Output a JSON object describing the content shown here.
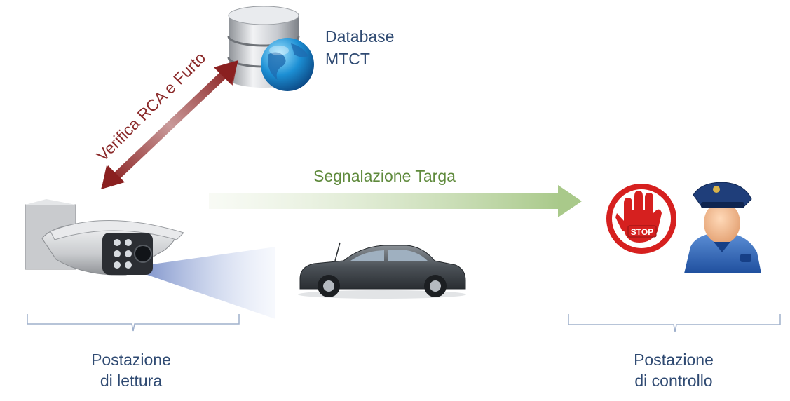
{
  "database": {
    "line1": "Database",
    "line2": "MTCT"
  },
  "flows": {
    "verifica": "Verifica RCA e Furto",
    "segnalazione": "Segnalazione Targa"
  },
  "stations": {
    "lettura": {
      "line1": "Postazione",
      "line2": "di lettura"
    },
    "controllo": {
      "line1": "Postazione",
      "line2": "di controllo"
    }
  },
  "stop_sign": {
    "text": "STOP"
  },
  "icons": [
    "database-icon",
    "globe-icon",
    "camera-icon",
    "car-icon",
    "stop-sign-icon",
    "police-officer-icon"
  ],
  "colors": {
    "label_blue": "#2f4a72",
    "arrow_red": "#8b2a2a",
    "arrow_green": "#9cbf7a",
    "brace": "#9fb0cc"
  }
}
